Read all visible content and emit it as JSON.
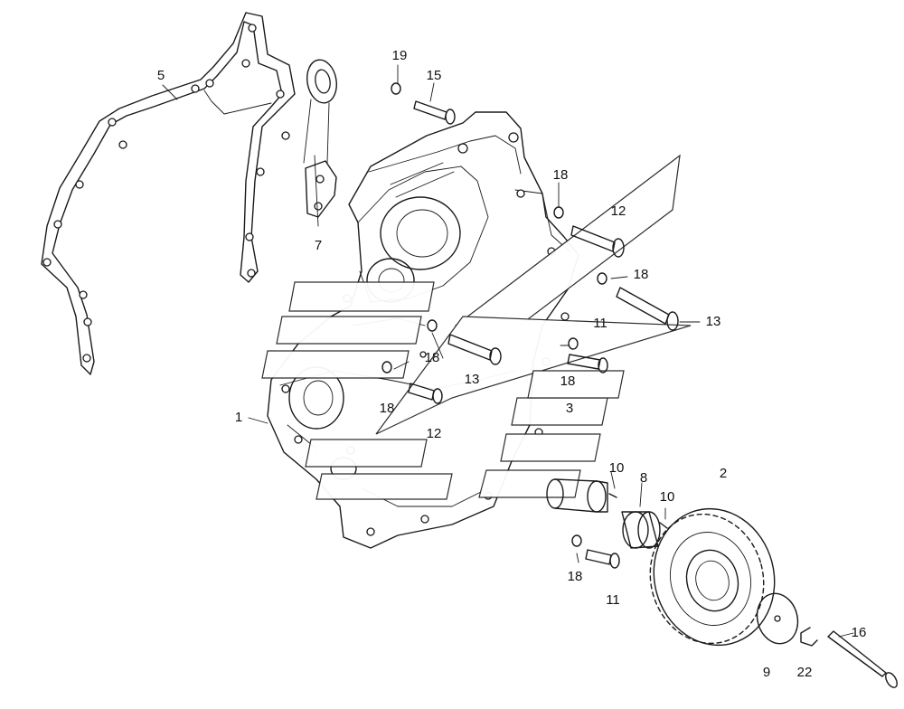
{
  "parts": [
    {
      "key": "p1",
      "label": "1"
    },
    {
      "key": "p2",
      "label": "2"
    },
    {
      "key": "p3",
      "label": "3"
    },
    {
      "key": "p5",
      "label": "5"
    },
    {
      "key": "p7",
      "label": "7"
    },
    {
      "key": "p8",
      "label": "8"
    },
    {
      "key": "p9",
      "label": "9"
    },
    {
      "key": "p10a",
      "label": "10"
    },
    {
      "key": "p10b",
      "label": "10"
    },
    {
      "key": "p11a",
      "label": "11"
    },
    {
      "key": "p11b",
      "label": "11"
    },
    {
      "key": "p12a",
      "label": "12"
    },
    {
      "key": "p12b",
      "label": "12"
    },
    {
      "key": "p13a",
      "label": "13"
    },
    {
      "key": "p13b",
      "label": "13"
    },
    {
      "key": "p15",
      "label": "15"
    },
    {
      "key": "p16",
      "label": "16"
    },
    {
      "key": "p18a",
      "label": "18"
    },
    {
      "key": "p18b",
      "label": "18"
    },
    {
      "key": "p18c",
      "label": "18"
    },
    {
      "key": "p18d",
      "label": "18"
    },
    {
      "key": "p18e",
      "label": "18"
    },
    {
      "key": "p18f",
      "label": "18"
    },
    {
      "key": "p19",
      "label": "19"
    },
    {
      "key": "p22",
      "label": "22"
    }
  ]
}
